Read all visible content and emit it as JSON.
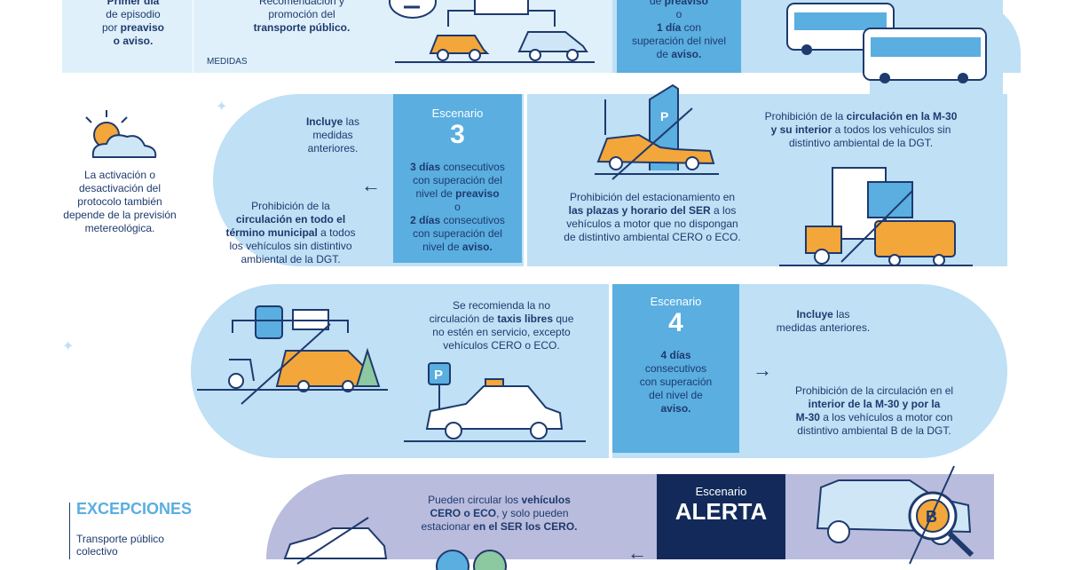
{
  "top": {
    "scenario1_desc": [
      "Primer día",
      "de episodio",
      "por ",
      "preaviso",
      "o aviso."
    ],
    "measures_text": [
      "Recomendación y",
      "promoción del",
      "transporte público."
    ],
    "measures_label": "MEDIDAS",
    "scenario2_desc": [
      "de ",
      "preaviso",
      "o",
      "1 día",
      " con",
      "superación del nivel",
      "de ",
      "aviso."
    ]
  },
  "weather_note": [
    "La activación o",
    "desactivación del",
    "protocolo también",
    "depende de la previsión",
    "metereológica."
  ],
  "scenario3": {
    "label": "Escenario",
    "number": "3",
    "desc": [
      "3 días",
      " consecutivos",
      "con superación del",
      "nivel de ",
      "preaviso",
      "o",
      "2 días",
      " consecutivos",
      "con superación del",
      "nivel de ",
      "aviso."
    ],
    "includes": [
      "Incluye",
      " las",
      "medidas",
      "anteriores."
    ],
    "measure_left": [
      "Prohibición de la",
      "circulación en todo el",
      "término municipal",
      " a todos",
      "los vehículos sin distintivo",
      "ambiental de la DGT."
    ],
    "measure_parking": [
      "Prohibición del estacionamiento en",
      "las plazas y horario del SER",
      " a los",
      "vehículos a motor que no dispongan",
      "de distintivo ambiental CERO o ECO."
    ],
    "measure_m30": [
      "Prohibición de la ",
      "circulación en la M-30",
      "y su interior",
      " a todos los vehículos sin",
      "distintivo ambiental de la DGT."
    ]
  },
  "scenario4": {
    "label": "Escenario",
    "number": "4",
    "desc": [
      "4 días",
      "consecutivos",
      "con superación",
      "del nivel de",
      "aviso."
    ],
    "taxi_text": [
      "Se recomienda la no",
      "circulación de ",
      "taxis libres",
      " que",
      "no estén en servicio, excepto",
      "vehículos CERO o ECO."
    ],
    "includes": [
      "Incluye",
      " las",
      "medidas anteriores."
    ],
    "measure_m30": [
      "Prohibición de la circulación en el",
      "interior de la M-30 y por la",
      "M-30",
      " a los vehículos a motor con",
      "distintivo ambiental B de la DGT."
    ]
  },
  "alerta": {
    "label": "Escenario",
    "title": "ALERTA",
    "text": [
      "Pueden circular los ",
      "vehículos",
      "CERO o ECO",
      ", y solo pueden",
      "estacionar ",
      "en el SER los CERO."
    ]
  },
  "exceptions": {
    "title": "EXCEPCIONES",
    "items": [
      "Transporte público",
      "colectivo"
    ]
  },
  "icons": {
    "badge_b": "B",
    "parking": "P"
  },
  "colors": {
    "navy": "#1e3a6e",
    "light_blue": "#bfe0f5",
    "mid_blue": "#5aaee0",
    "pale_blue": "#dff0fa",
    "alert_navy": "#12295a",
    "alert_band": "#b9bcdc",
    "orange": "#f3a63a"
  }
}
